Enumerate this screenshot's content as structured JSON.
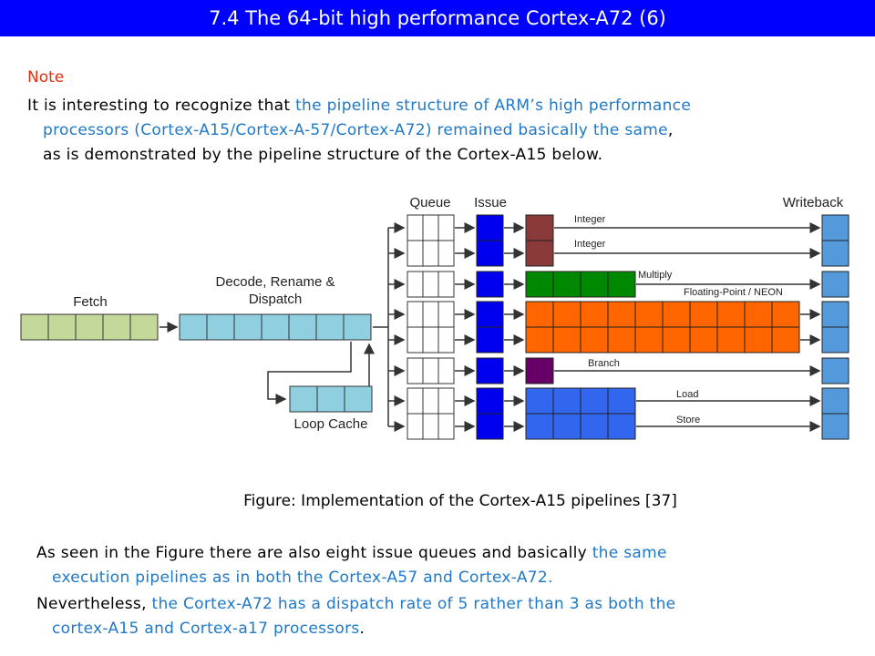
{
  "title": "7.4 The 64-bit high performance Cortex-A72 (6)",
  "note_label": "Note",
  "para1": {
    "line1_a": "It is interesting to recognize that ",
    "line1_b": "the pipeline structure of ARM’s high performance",
    "line2_a": "processors (Cortex-A15/Cortex-A-57/Cortex-A72)  remained basically the same",
    "line2_b": ",",
    "line3": "as is demonstrated by the pipeline structure of the Cortex-A15 below."
  },
  "diagram": {
    "fetch_label": "Fetch",
    "decode_label_1": "Decode, Rename &",
    "decode_label_2": "Dispatch",
    "loop_cache_label": "Loop Cache",
    "queue_label": "Queue",
    "issue_label": "Issue",
    "writeback_label": "Writeback",
    "pipes": {
      "integer1": "Integer",
      "integer2": "Integer",
      "multiply": "Multiply",
      "fp": "Floating-Point / NEON",
      "branch": "Branch",
      "load": "Load",
      "store": "Store"
    },
    "colors": {
      "fetch": "#c4d89a",
      "decode": "#8fcfe0",
      "issue": "#0000ee",
      "integer": "#8b3a3a",
      "multiply": "#008800",
      "fp": "#ff6600",
      "branch": "#660066",
      "loadstore": "#3366ee",
      "writeback": "#5599dd"
    }
  },
  "caption": "Figure: Implementation of the Cortex-A15 pipelines [37]",
  "para2": {
    "line1_a": "As seen in the Figure there are also eight issue queues and basically ",
    "line1_b": "the same",
    "line2": "execution pipelines as in both the Cortex-A57 and Cortex-A72."
  },
  "para3": {
    "line1_a": "Nevertheless, ",
    "line1_b": "the Cortex-A72 has a dispatch rate of 5 rather than 3 as both the",
    "line2_a": "cortex-A15 and Cortex-a17 processors",
    "line2_b": "."
  }
}
